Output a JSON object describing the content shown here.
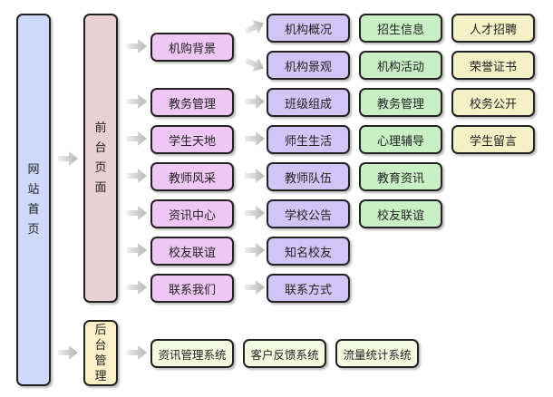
{
  "root": {
    "label": [
      "网",
      "站",
      "首",
      "页"
    ]
  },
  "front": {
    "label": [
      "前",
      "台",
      "页",
      "面"
    ]
  },
  "back": {
    "label": [
      "后",
      "台",
      "管",
      "理"
    ]
  },
  "sections": [
    {
      "label": "机购背景"
    },
    {
      "label": "教务管理"
    },
    {
      "label": "学生天地"
    },
    {
      "label": "教师风采"
    },
    {
      "label": "资讯中心"
    },
    {
      "label": "校友联谊"
    },
    {
      "label": "联系我们"
    }
  ],
  "col3": [
    "机构概况",
    "机构景观",
    "班级组成",
    "师生生活",
    "教师队伍",
    "学校公告",
    "知名校友",
    "联系方式"
  ],
  "col4": [
    "招生信息",
    "机构活动",
    "教务管理",
    "心理辅导",
    "教育资讯",
    "校友联谊"
  ],
  "col5": [
    "人才招聘",
    "荣誉证书",
    "校务公开",
    "学生留言"
  ],
  "backend_systems": [
    "资讯管理系统",
    "客户反馈系统",
    "流量统计系统"
  ],
  "colors": {
    "root": "#cdd8fb",
    "front": "#e9d0d4",
    "back": "#fbf0c8",
    "section": "#efc7f4",
    "col3": "#d0c5f4",
    "col4": "#c9f0c5",
    "col5": "#f5f1c7",
    "system": "#f3fadf"
  }
}
